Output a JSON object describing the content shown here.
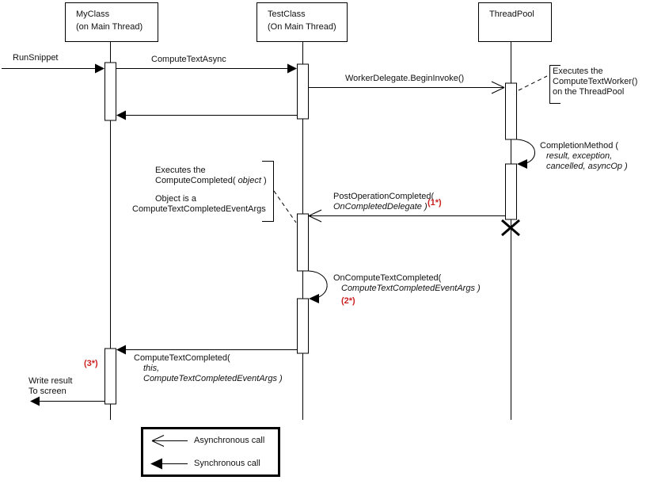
{
  "diagram": {
    "colors": {
      "line": "#000000",
      "marker_red": "#cc2222",
      "background": "#ffffff"
    },
    "lifelines": [
      {
        "id": "myclass",
        "line1": "MyClass",
        "line2": "(on Main Thread)"
      },
      {
        "id": "testclass",
        "line1": "TestClass",
        "line2": "(On Main Thread)"
      },
      {
        "id": "threadpool",
        "line1": "ThreadPool",
        "line2": ""
      }
    ],
    "messages": {
      "run_snippet": "RunSnippet",
      "compute_text_async": "ComputeTextAsync",
      "worker_delegate": "WorkerDelegate.BeginInvoke()",
      "completion_method": {
        "line1": "CompletionMethod (",
        "line2": "result, exception,",
        "line3": "cancelled, asyncOp )"
      },
      "post_operation": {
        "line1": "PostOperationCompleted(",
        "line2": "OnCompletedDelegate )",
        "marker": "(1*)"
      },
      "on_compute_text_completed": {
        "line1": "OnComputeTextCompleted(",
        "line2": "ComputeTextCompletedEventArgs )",
        "marker": "(2*)"
      },
      "compute_text_completed": {
        "line1": "ComputeTextCompleted(",
        "line2": "this,",
        "line3": "ComputeTextCompletedEventArgs )",
        "marker": "(3*)"
      },
      "write_result": {
        "line1": "Write result",
        "line2": "To screen"
      }
    },
    "annotations": {
      "threadpool_note": {
        "line1": "Executes the",
        "line2": "ComputeTextWorker()",
        "line3": "on the ThreadPool"
      },
      "testclass_note": {
        "line1": "Executes the",
        "line2_pre": "ComputeCompleted( ",
        "line2_italic": "object",
        "line2_post": " )",
        "line3": "Object is a",
        "line4": "ComputeTextCompletedEventArgs"
      }
    },
    "legend": {
      "async_label": "Asynchronous call",
      "sync_label": "Synchronous call"
    }
  }
}
